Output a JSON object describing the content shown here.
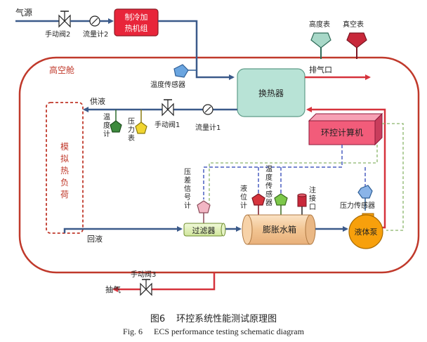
{
  "labels": {
    "gas_source": "气源",
    "valve2": "手动阀2",
    "flowmeter2": "流量计2",
    "chiller_line1": "制冷加",
    "chiller_line2": "热机组",
    "altimeter": "高度表",
    "vacuum_gauge": "真空表",
    "chamber": "高空舱",
    "exhaust": "排气口",
    "temp_sensor_top": "温度传感器",
    "heat_exchanger": "换热器",
    "supply": "供液",
    "thermometer": "温度计",
    "pressure_gauge": "压力表",
    "valve1": "手动阀1",
    "flowmeter1": "流量计1",
    "ecs_computer": "环控计算机",
    "sim_load": "模拟热负荷",
    "diff_pressure_gauge": "压差信号计",
    "level_gauge": "液位计",
    "temp_sensor_mid": "温度传感器",
    "fill_port": "注接口",
    "pressure_sensor": "压力传感器",
    "filter": "过滤器",
    "expansion_tank": "膨胀水箱",
    "pump": "液体泵",
    "return": "回液",
    "bleed": "抽气",
    "valve3": "手动阀3"
  },
  "caption": {
    "cn_number": "图6",
    "cn_title": "环控系统性能测试原理图",
    "en_number": "Fig. 6",
    "en_title": "ECS performance testing schematic diagram"
  },
  "colors": {
    "pipe_blue": "#3b5a8a",
    "pipe_red": "#d6333c",
    "chamber_red": "#c0392b",
    "chiller_fill": "#e8253a",
    "exchanger_fill": "#b8e3d6",
    "computer_fill": "#f25c7a",
    "tank_fill": "#f7d2a8",
    "pump_fill": "#f7a00c",
    "filter_fill": "#dff0b0",
    "signal_blue": "#4a5fc1",
    "signal_green": "#8ab56a"
  }
}
